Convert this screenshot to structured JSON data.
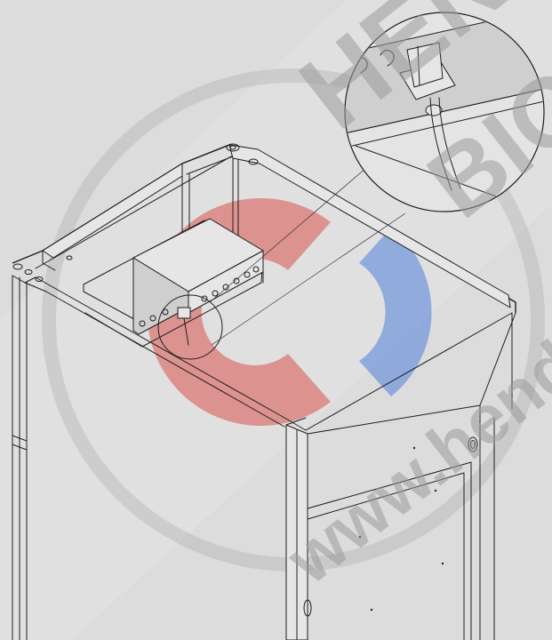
{
  "watermark": {
    "brand_top": "HEN",
    "brand_mid": "BIO",
    "url_text": "www.hend",
    "logo": {
      "left_arc_color": "#d9534f",
      "right_arc_color": "#4f7fd9"
    }
  },
  "figure": {
    "subject": "boiler-cabinet-top-isometric",
    "detail": "cable-connector-magnified"
  }
}
